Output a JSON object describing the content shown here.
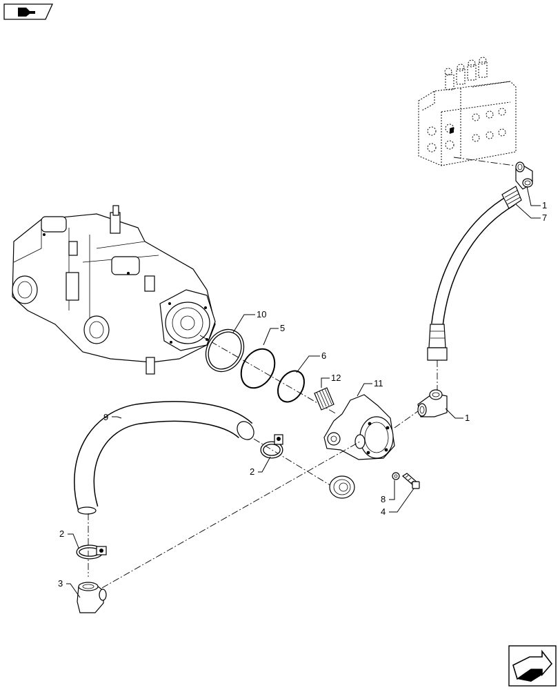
{
  "callouts": {
    "c1_top": "1",
    "c7": "7",
    "c10": "10",
    "c5": "5",
    "c6": "6",
    "c12": "12",
    "c11": "11",
    "c9": "9",
    "c1_mid": "1",
    "c2_mid": "2",
    "c8": "8",
    "c4": "4",
    "c2_low": "2",
    "c3": "3"
  },
  "icons": {
    "top_left": "book-arrow-icon",
    "bottom_right": "next-page-arrow-icon"
  }
}
